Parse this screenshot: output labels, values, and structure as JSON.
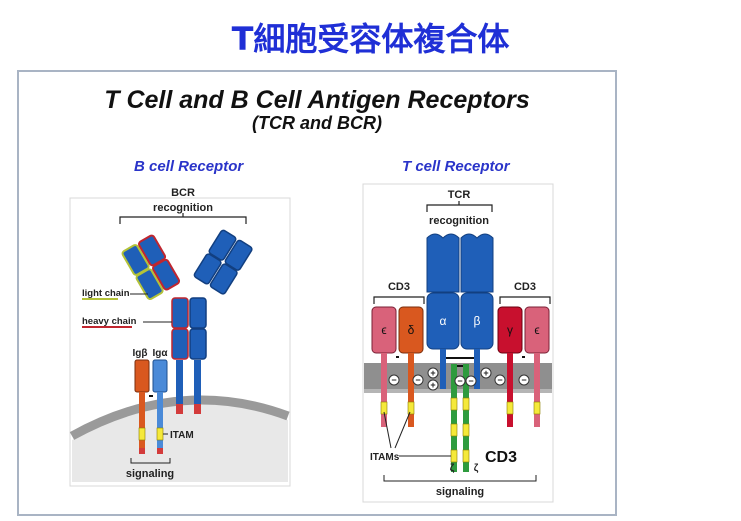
{
  "slide_title": "T細胞受容体複合体",
  "figure": {
    "title": "T Cell and B Cell Antigen Receptors",
    "subtitle": "(TCR and BCR)"
  },
  "bcr": {
    "heading": "B cell Receptor",
    "recognition_1": "BCR",
    "recognition_2": "recognition",
    "light_chain": "light chain",
    "heavy_chain": "heavy chain",
    "ig_beta": "Igβ",
    "ig_alpha": "Igα",
    "itam": "ITAM",
    "signaling": "signaling"
  },
  "tcr": {
    "heading": "T cell Receptor",
    "recognition_1": "TCR",
    "recognition_2": "recognition",
    "cd3_left": "CD3",
    "cd3_right": "CD3",
    "epsilon_left": "ϵ",
    "delta": "δ",
    "alpha": "α",
    "beta": "β",
    "gamma": "γ",
    "epsilon_right": "ϵ",
    "itams": "ITAMs",
    "zeta_1": "ζ",
    "zeta_2": "ζ",
    "cd3_bottom": "CD3",
    "signaling": "signaling",
    "minus": "−",
    "plus": "+"
  }
}
